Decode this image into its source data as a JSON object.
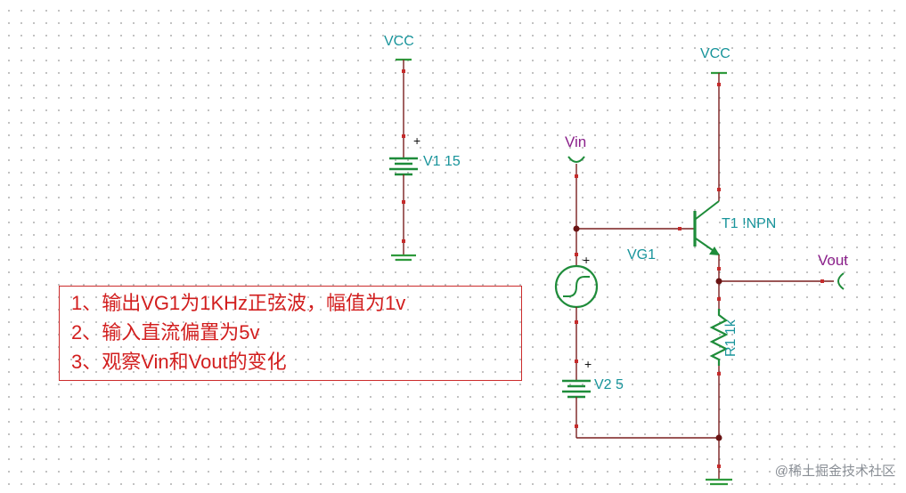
{
  "labels": {
    "vcc_top": "VCC",
    "vcc_right": "VCC",
    "v1": "V1 15",
    "v1_plus": "+",
    "vin": "Vin",
    "vg1": "VG1",
    "vg1_plus": "+",
    "t1": "T1 !NPN",
    "vout": "Vout",
    "r1": "R1 1k",
    "v2": "V2 5",
    "v2_plus": "+"
  },
  "note": {
    "lines": [
      "1、输出VG1为1KHz正弦波，幅值为1v",
      "2、输入直流偏置为5v",
      "3、观察Vin和Vout的变化"
    ]
  },
  "watermark": "@稀土掘金技术社区",
  "colors": {
    "wire": "#7a1e1e",
    "component": "#1e8c3a",
    "ground": "#2e9a3c",
    "label_teal": "#18949b",
    "label_purple": "#8a1f8a",
    "note_text": "#d21e1e",
    "note_border": "#cc2b2b"
  }
}
